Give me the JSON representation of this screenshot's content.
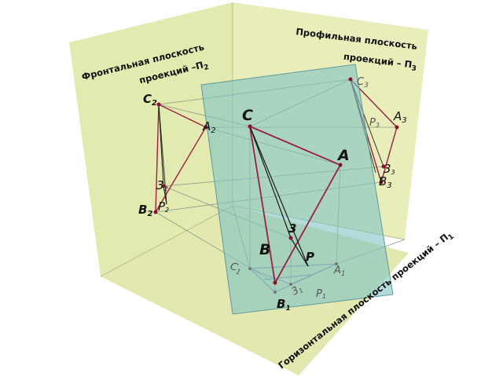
{
  "colors": {
    "wall_front": "#e3eab0",
    "wall_profile": "#e9edba",
    "floor": "#e2e8b0",
    "cutting_plane": "#7fc3c3",
    "triangle": "#9a2040",
    "projection_line": "#7a8a7a",
    "point": "#8a1030"
  },
  "planes": {
    "frontal": {
      "line1": "Фронтальная плоскость",
      "line2": "проекций –П",
      "sub": "2"
    },
    "profile": {
      "line1": "Профильная плоскость",
      "line2": "проекций – П",
      "sub": "3"
    },
    "horizontal": {
      "line1": "Горизонтальная плоскость  проекций – П",
      "sub": "1"
    }
  },
  "points": {
    "C": "C",
    "A": "A",
    "B": "B",
    "z": "3",
    "P": "P",
    "C2": "C",
    "C2_sub": "2",
    "A2": "A",
    "A2_sub": "2",
    "B2": "B",
    "B2_sub": "2",
    "z2": "3",
    "z2_sub": "2",
    "P2": "P",
    "P2_sub": "2",
    "C3": "C",
    "C3_sub": "3",
    "A3": "A",
    "A3_sub": "3",
    "B3": "B",
    "B3_sub": "3",
    "z3": "3",
    "z3_sub": "3",
    "P3": "P",
    "P3_sub": "3",
    "C1": "C",
    "C1_sub": "1",
    "A1": "A",
    "A1_sub": "1",
    "B1": "B",
    "B1_sub": "1",
    "z1": "3",
    "z1_sub": "1",
    "P1": "P",
    "P1_sub": "1"
  }
}
